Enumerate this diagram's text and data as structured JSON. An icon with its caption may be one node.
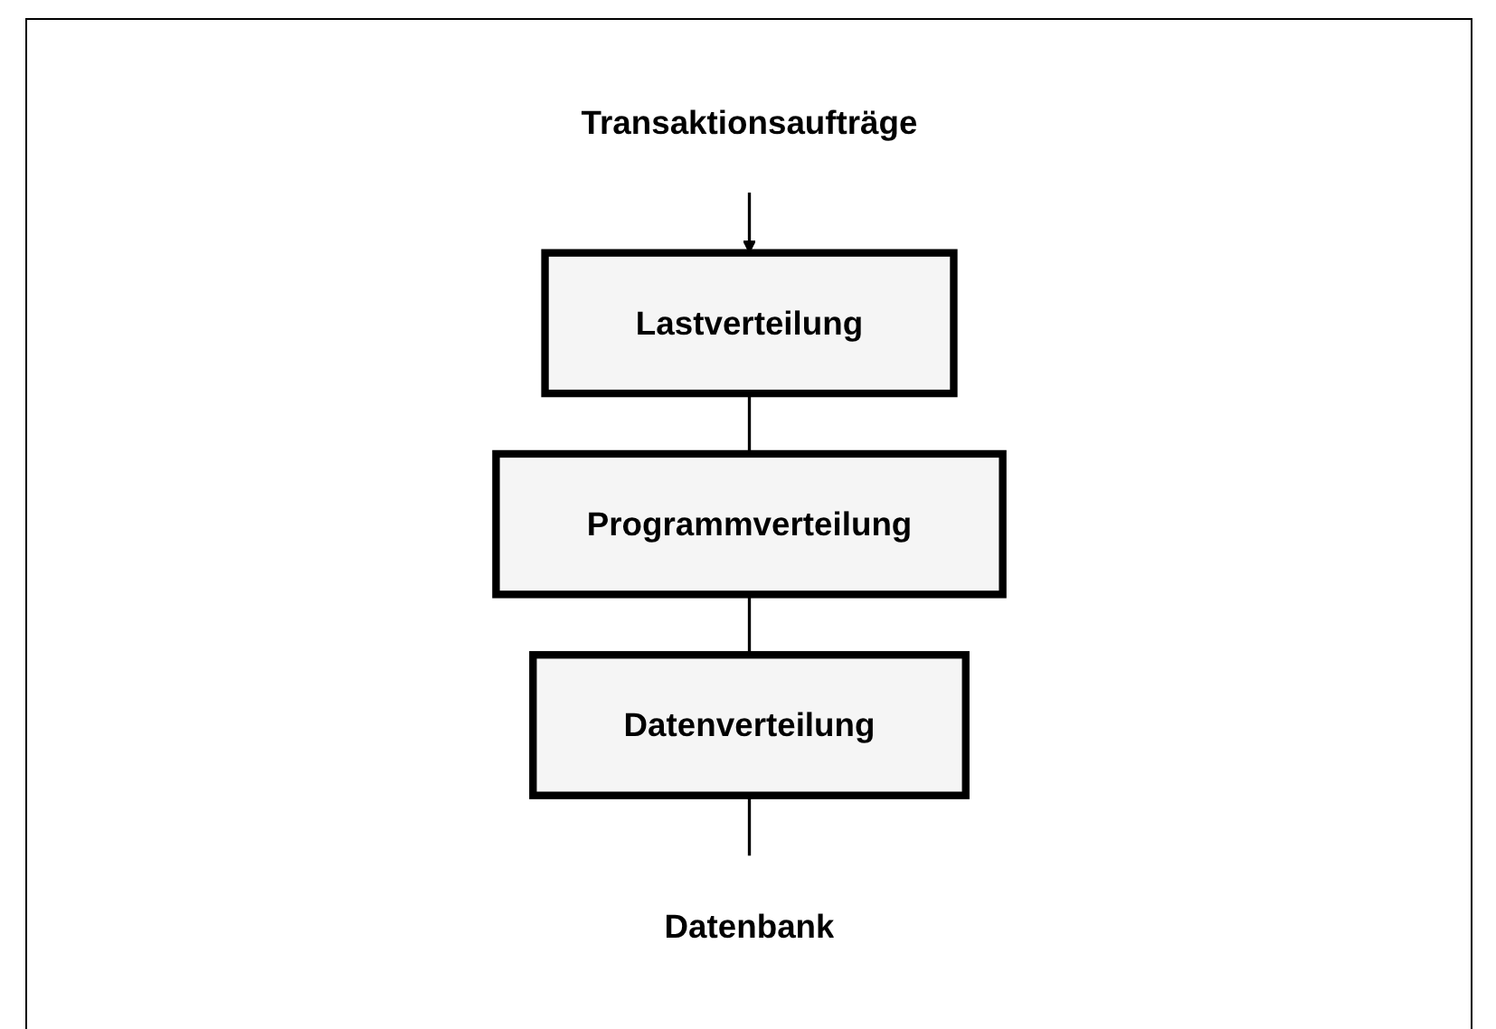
{
  "diagram": {
    "nodes": [
      {
        "text": [
          "Transaktionsaufträge"
        ]
      },
      {
        "text": [
          "Lastverteilung"
        ]
      },
      {
        "text": [
          "Programmverteilung"
        ]
      },
      {
        "text": [
          "Datenverteilung"
        ]
      },
      {
        "text": [
          "Datenbank"
        ]
      }
    ],
    "edges": [
      {
        "from": 0,
        "to": 1,
        "arrow": "to"
      },
      {
        "from": 1,
        "to": 2,
        "arrow": "none"
      },
      {
        "from": 2,
        "to": 3,
        "arrow": "none"
      },
      {
        "from": 3,
        "to": 4,
        "arrow": "none"
      }
    ]
  }
}
